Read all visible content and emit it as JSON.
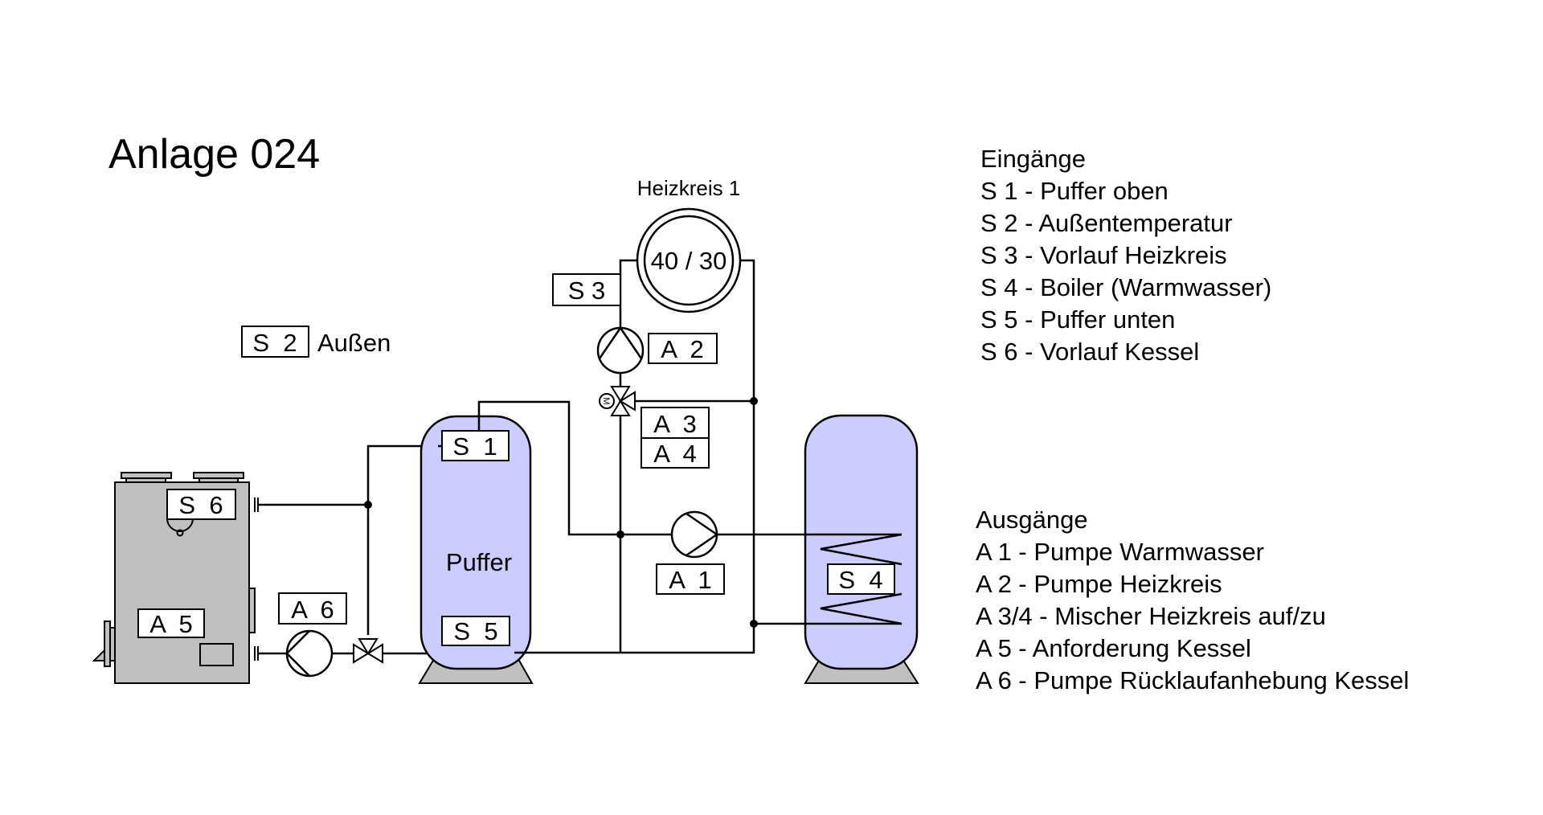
{
  "title": "Anlage 024",
  "heating_circuit": {
    "label": "Heizkreis 1",
    "temperatures": "40 / 30"
  },
  "outdoor_sensor": {
    "tag": "S  2",
    "label": "Außen"
  },
  "buffer": {
    "label": "Puffer"
  },
  "tags": {
    "s1": "S  1",
    "s3": "S 3",
    "s4": "S  4",
    "s5": "S  5",
    "s6": "S  6",
    "a1": "A  1",
    "a2": "A  2",
    "a3": "A  3",
    "a4": "A  4",
    "a5": "A  5",
    "a6": "A  6"
  },
  "inputs": {
    "heading": "Eingänge",
    "items": [
      "S 1 - Puffer oben",
      "S 2 - Außentemperatur",
      "S 3 - Vorlauf Heizkreis",
      "S 4 - Boiler (Warmwasser)",
      "S 5 - Puffer unten",
      "S 6 - Vorlauf Kessel"
    ]
  },
  "outputs": {
    "heading": "Ausgänge",
    "items": [
      "A 1 - Pumpe Warmwasser",
      "A 2 - Pumpe Heizkreis",
      "A 3/4 - Mischer Heizkreis auf/zu",
      "A 5 - Anforderung Kessel",
      "A 6 - Pumpe Rücklaufanhebung Kessel"
    ]
  },
  "colors": {
    "tank_fill": "#ccccff",
    "boiler_fill": "#c0c0c0",
    "line": "#000000"
  }
}
